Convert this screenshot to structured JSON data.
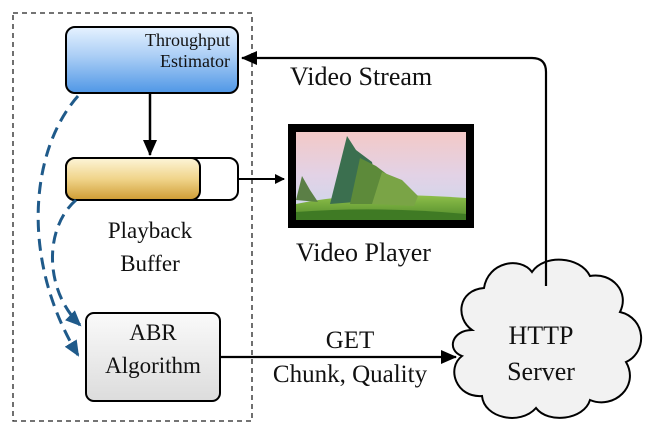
{
  "diagram": {
    "nodes": {
      "throughput_estimator": {
        "line1": "Throughput",
        "line2": "Estimator"
      },
      "playback_buffer": {
        "line1": "Playback",
        "line2": "Buffer"
      },
      "abr_algorithm": {
        "line1": "ABR",
        "line2": "Algorithm"
      },
      "http_server": {
        "line1": "HTTP",
        "line2": "Server"
      },
      "video_player": {
        "label": "Video Player"
      }
    },
    "edges": {
      "video_stream": {
        "label": "Video Stream"
      },
      "get_request": {
        "line1": "GET",
        "line2": "Chunk, Quality"
      }
    },
    "colors": {
      "estimator_fill_top": "#dcecff",
      "estimator_fill_bottom": "#5ea3ec",
      "buffer_fill_top": "#fbf0c9",
      "buffer_fill_bottom": "#d8a840",
      "dashed_arrow": "#1f5a8a",
      "abr_fill": "#eeeeee",
      "cloud_fill": "#f2f2f2"
    }
  }
}
